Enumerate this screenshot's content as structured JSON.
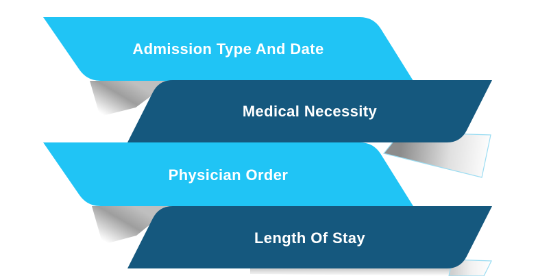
{
  "diagram": {
    "type": "ribbon-list",
    "items": [
      {
        "label": "Admission Type And Date",
        "variant": "light"
      },
      {
        "label": "Medical Necessity",
        "variant": "dark"
      },
      {
        "label": "Physician Order",
        "variant": "light"
      },
      {
        "label": "Length Of Stay",
        "variant": "dark"
      }
    ],
    "colors": {
      "light": "#20C4F5",
      "dark": "#15587E",
      "text": "#FFFFFF",
      "fold_edge": "#9ADCF2"
    }
  }
}
